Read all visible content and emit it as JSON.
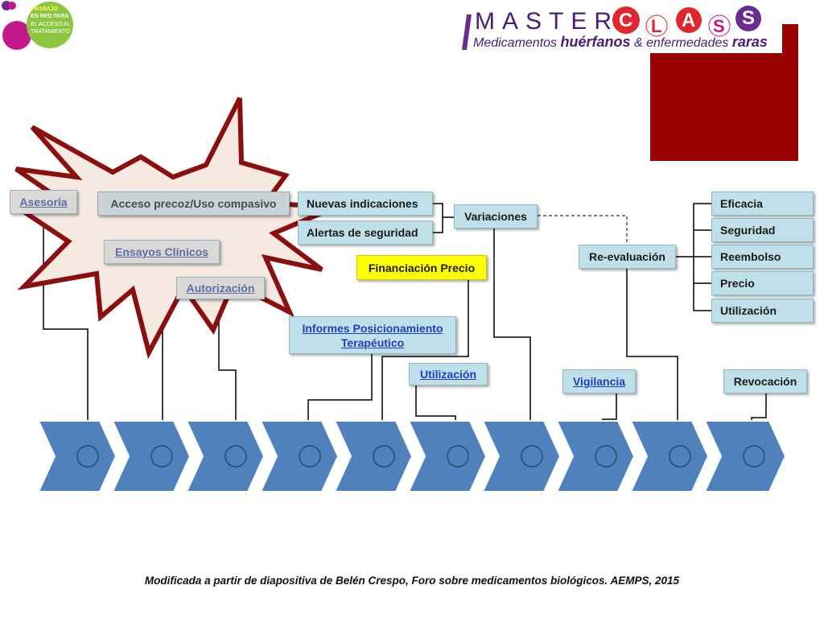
{
  "logo_left": {
    "line1": "TRABAJO",
    "line2": "EN RED PARA",
    "line3": "EL ACCESO AL",
    "line4": "TRATAMIENTO"
  },
  "logo_right": {
    "master": "MASTER",
    "class_letters": [
      "C",
      "L",
      "A",
      "S",
      "S"
    ],
    "subtitle_a": "Medicamentos ",
    "subtitle_b": "huérfanos",
    "subtitle_c": " & enfermedades ",
    "subtitle_d": "raras"
  },
  "colors": {
    "accent_dark_red": "#990000",
    "arrow_blue": "#4f81bd",
    "box_blue": "#bfe0e9",
    "highlight_yellow": "#ffff00",
    "logo_purple": "#6b2c91",
    "logo_red": "#e2262f",
    "logo_green": "#8cc63f",
    "logo_magenta": "#c2188b"
  },
  "boxes": {
    "asesoria": "Asesoría",
    "acceso_precoz": "Acceso precoz/Uso compasivo",
    "ensayos": "Ensayos Clínicos",
    "autorizacion": "Autorización",
    "nuevas_indicaciones": "Nuevas indicaciones",
    "alertas": "Alertas de seguridad",
    "variaciones": "Variaciones",
    "financiacion": "Financiación Precio",
    "informes_l1": "Informes Posicionamiento",
    "informes_l2": "Terapéutico",
    "utilizacion_mid": "Utilización",
    "vigilancia": "Vigilancia",
    "reevaluacion": "Re-evaluación",
    "eficacia": "Eficacia",
    "seguridad": "Seguridad",
    "reembolso": "Reembolso",
    "precio": "Precio",
    "utilizacion_right": "Utilización",
    "revocacion": "Revocación"
  },
  "timeline": {
    "segments": 10
  },
  "caption": "Modificada a partir de diapositiva de Belén Crespo, Foro sobre medicamentos biológicos. AEMPS, 2015"
}
